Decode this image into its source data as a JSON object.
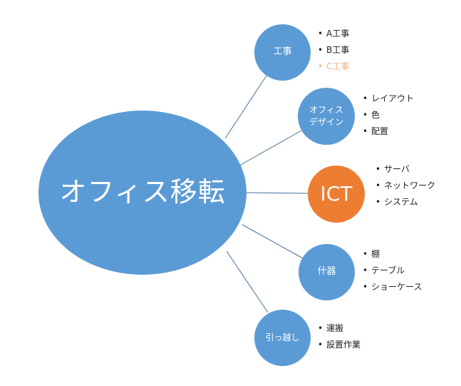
{
  "colors": {
    "blue": "#5b9bd5",
    "orange": "#ed7d31",
    "line": "#41719c",
    "text": "#222222"
  },
  "center": {
    "label": "オフィス移転"
  },
  "branches": [
    {
      "key": "koji",
      "label": "工事",
      "color": "#5b9bd5",
      "items": [
        {
          "text": "A工事"
        },
        {
          "text": "B工事"
        },
        {
          "text": "C工事",
          "color": "#f4b183"
        }
      ]
    },
    {
      "key": "office",
      "label": "オフィス\nデザイン",
      "color": "#5b9bd5",
      "items": [
        {
          "text": "レイアウト"
        },
        {
          "text": "色"
        },
        {
          "text": "配置"
        }
      ]
    },
    {
      "key": "ict",
      "label": "ICT",
      "color": "#ed7d31",
      "items": [
        {
          "text": "サーバ"
        },
        {
          "text": "ネットワーク"
        },
        {
          "text": "システム"
        }
      ]
    },
    {
      "key": "juki",
      "label": "什器",
      "color": "#5b9bd5",
      "items": [
        {
          "text": "棚"
        },
        {
          "text": "テーブル"
        },
        {
          "text": "ショーケース"
        }
      ]
    },
    {
      "key": "hikkoshi",
      "label": "引っ越し",
      "color": "#5b9bd5",
      "items": [
        {
          "text": "運搬"
        },
        {
          "text": "設置作業"
        }
      ]
    }
  ]
}
